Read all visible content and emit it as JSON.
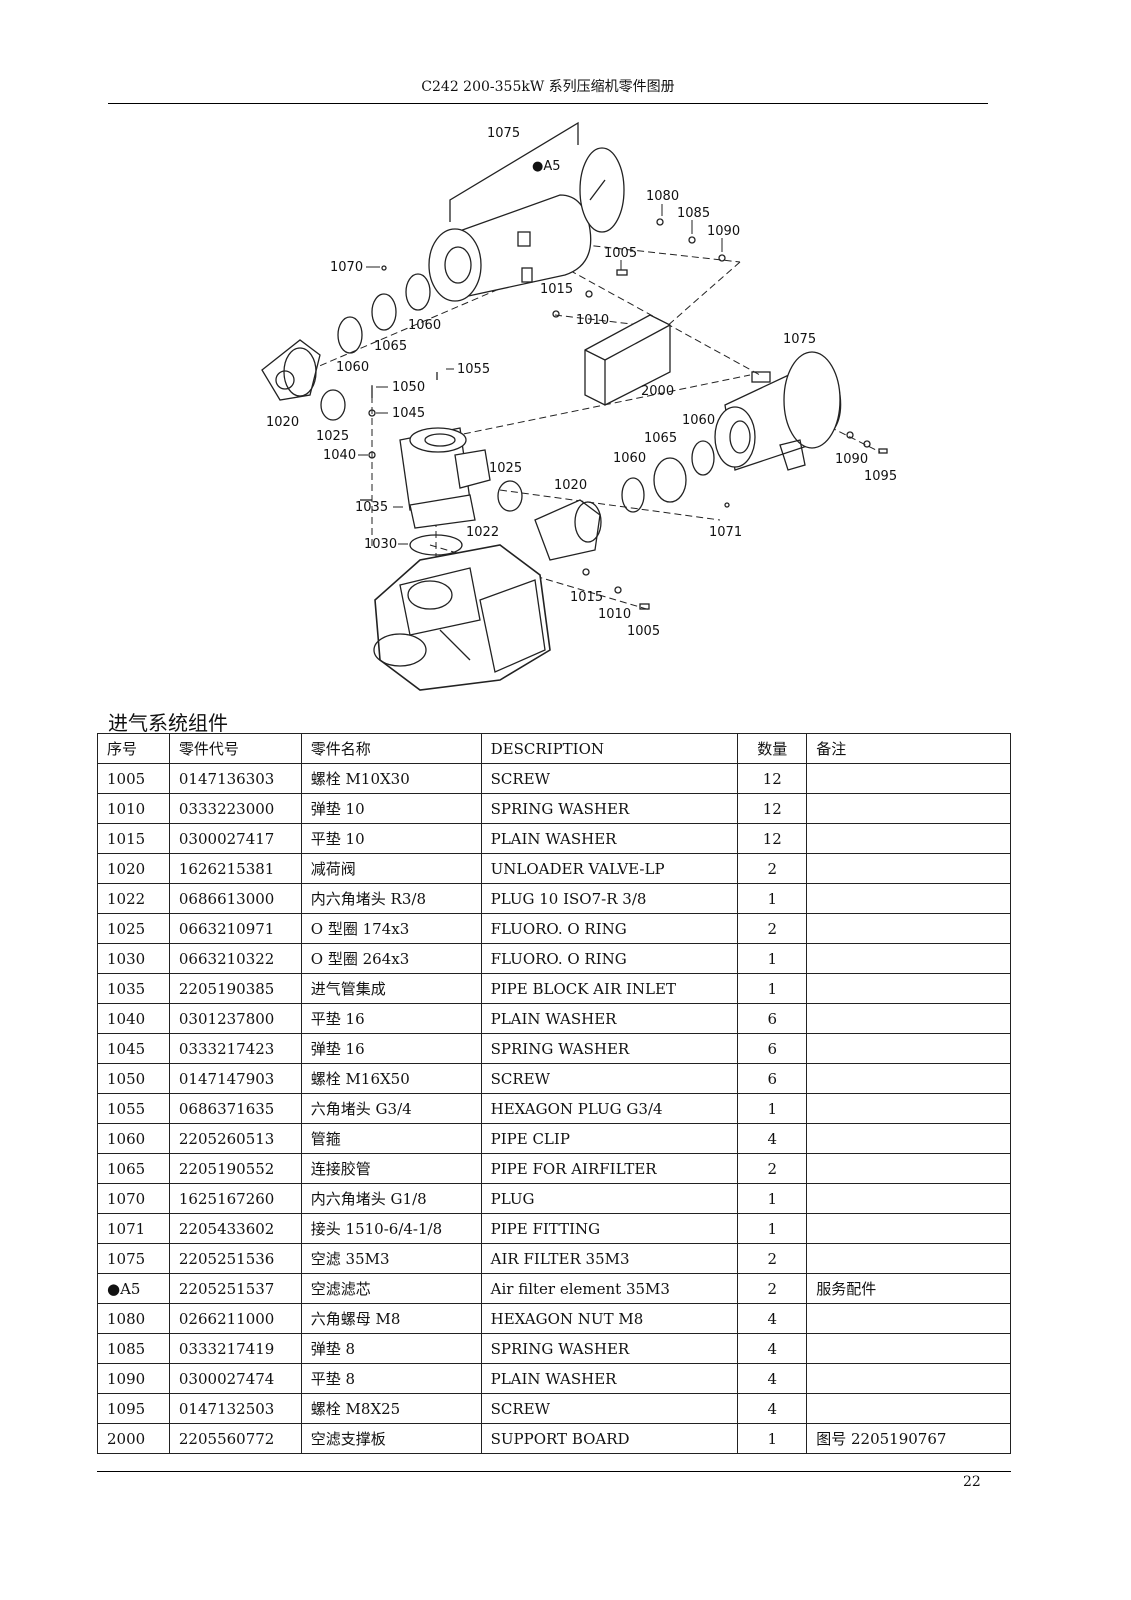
{
  "header": {
    "title": "C242 200-355kW 系列压缩机零件图册"
  },
  "diagram": {
    "labels": [
      "1075",
      "●A5",
      "1080",
      "1085",
      "1090",
      "1005",
      "1070",
      "1015",
      "1010",
      "1060",
      "1065",
      "1060",
      "1055",
      "1050",
      "1045",
      "1075",
      "2000",
      "1020",
      "1025",
      "1040",
      "1060",
      "1065",
      "1060",
      "1025",
      "1020",
      "1090",
      "1095",
      "1035",
      "1022",
      "1030",
      "1071",
      "1015",
      "1010",
      "1005"
    ]
  },
  "section": {
    "title": "进气系统组件"
  },
  "table": {
    "columns": [
      "序号",
      "零件代号",
      "零件名称",
      "DESCRIPTION",
      "数量",
      "备注"
    ],
    "rows": [
      [
        "1005",
        "0147136303",
        "螺栓 M10X30",
        "SCREW",
        "12",
        ""
      ],
      [
        "1010",
        "0333223000",
        "弹垫 10",
        "SPRING WASHER",
        "12",
        ""
      ],
      [
        "1015",
        "0300027417",
        "平垫 10",
        "PLAIN WASHER",
        "12",
        ""
      ],
      [
        "1020",
        "1626215381",
        "减荷阀",
        "UNLOADER VALVE-LP",
        "2",
        ""
      ],
      [
        "1022",
        "0686613000",
        "内六角堵头 R3/8",
        "PLUG 10 ISO7-R 3/8",
        "1",
        ""
      ],
      [
        "1025",
        "0663210971",
        "O 型圈 174x3",
        "FLUORO. O RING",
        "2",
        ""
      ],
      [
        "1030",
        "0663210322",
        "O 型圈 264x3",
        "FLUORO. O RING",
        "1",
        ""
      ],
      [
        "1035",
        "2205190385",
        "进气管集成",
        "PIPE BLOCK AIR INLET",
        "1",
        ""
      ],
      [
        "1040",
        "0301237800",
        "平垫 16",
        "PLAIN WASHER",
        "6",
        ""
      ],
      [
        "1045",
        "0333217423",
        "弹垫 16",
        "SPRING WASHER",
        "6",
        ""
      ],
      [
        "1050",
        "0147147903",
        "螺栓 M16X50",
        "SCREW",
        "6",
        ""
      ],
      [
        "1055",
        "0686371635",
        "六角堵头 G3/4",
        "HEXAGON PLUG    G3/4",
        "1",
        ""
      ],
      [
        "1060",
        "2205260513",
        "管箍",
        "PIPE CLIP",
        "4",
        ""
      ],
      [
        "1065",
        "2205190552",
        "连接胶管",
        "PIPE FOR AIRFILTER",
        "2",
        ""
      ],
      [
        "1070",
        "1625167260",
        "内六角堵头 G1/8",
        "PLUG",
        "1",
        ""
      ],
      [
        "1071",
        "2205433602",
        "接头 1510-6/4-1/8",
        "PIPE FITTING",
        "1",
        ""
      ],
      [
        "1075",
        "2205251536",
        "空滤 35M3",
        "AIR FILTER 35M3",
        "2",
        ""
      ],
      [
        "●A5",
        "2205251537",
        "空滤滤芯",
        "Air filter element 35M3",
        "2",
        "服务配件"
      ],
      [
        "1080",
        "0266211000",
        "六角螺母 M8",
        "HEXAGON NUT M8",
        "4",
        ""
      ],
      [
        "1085",
        "0333217419",
        "弹垫 8",
        "SPRING WASHER",
        "4",
        ""
      ],
      [
        "1090",
        "0300027474",
        "平垫 8",
        "PLAIN WASHER",
        "4",
        ""
      ],
      [
        "1095",
        "0147132503",
        "螺栓 M8X25",
        "SCREW",
        "4",
        ""
      ],
      [
        "2000",
        "2205560772",
        "空滤支撑板",
        "SUPPORT BOARD",
        "1",
        "图号 2205190767"
      ]
    ]
  },
  "footer": {
    "page_number": "22"
  }
}
